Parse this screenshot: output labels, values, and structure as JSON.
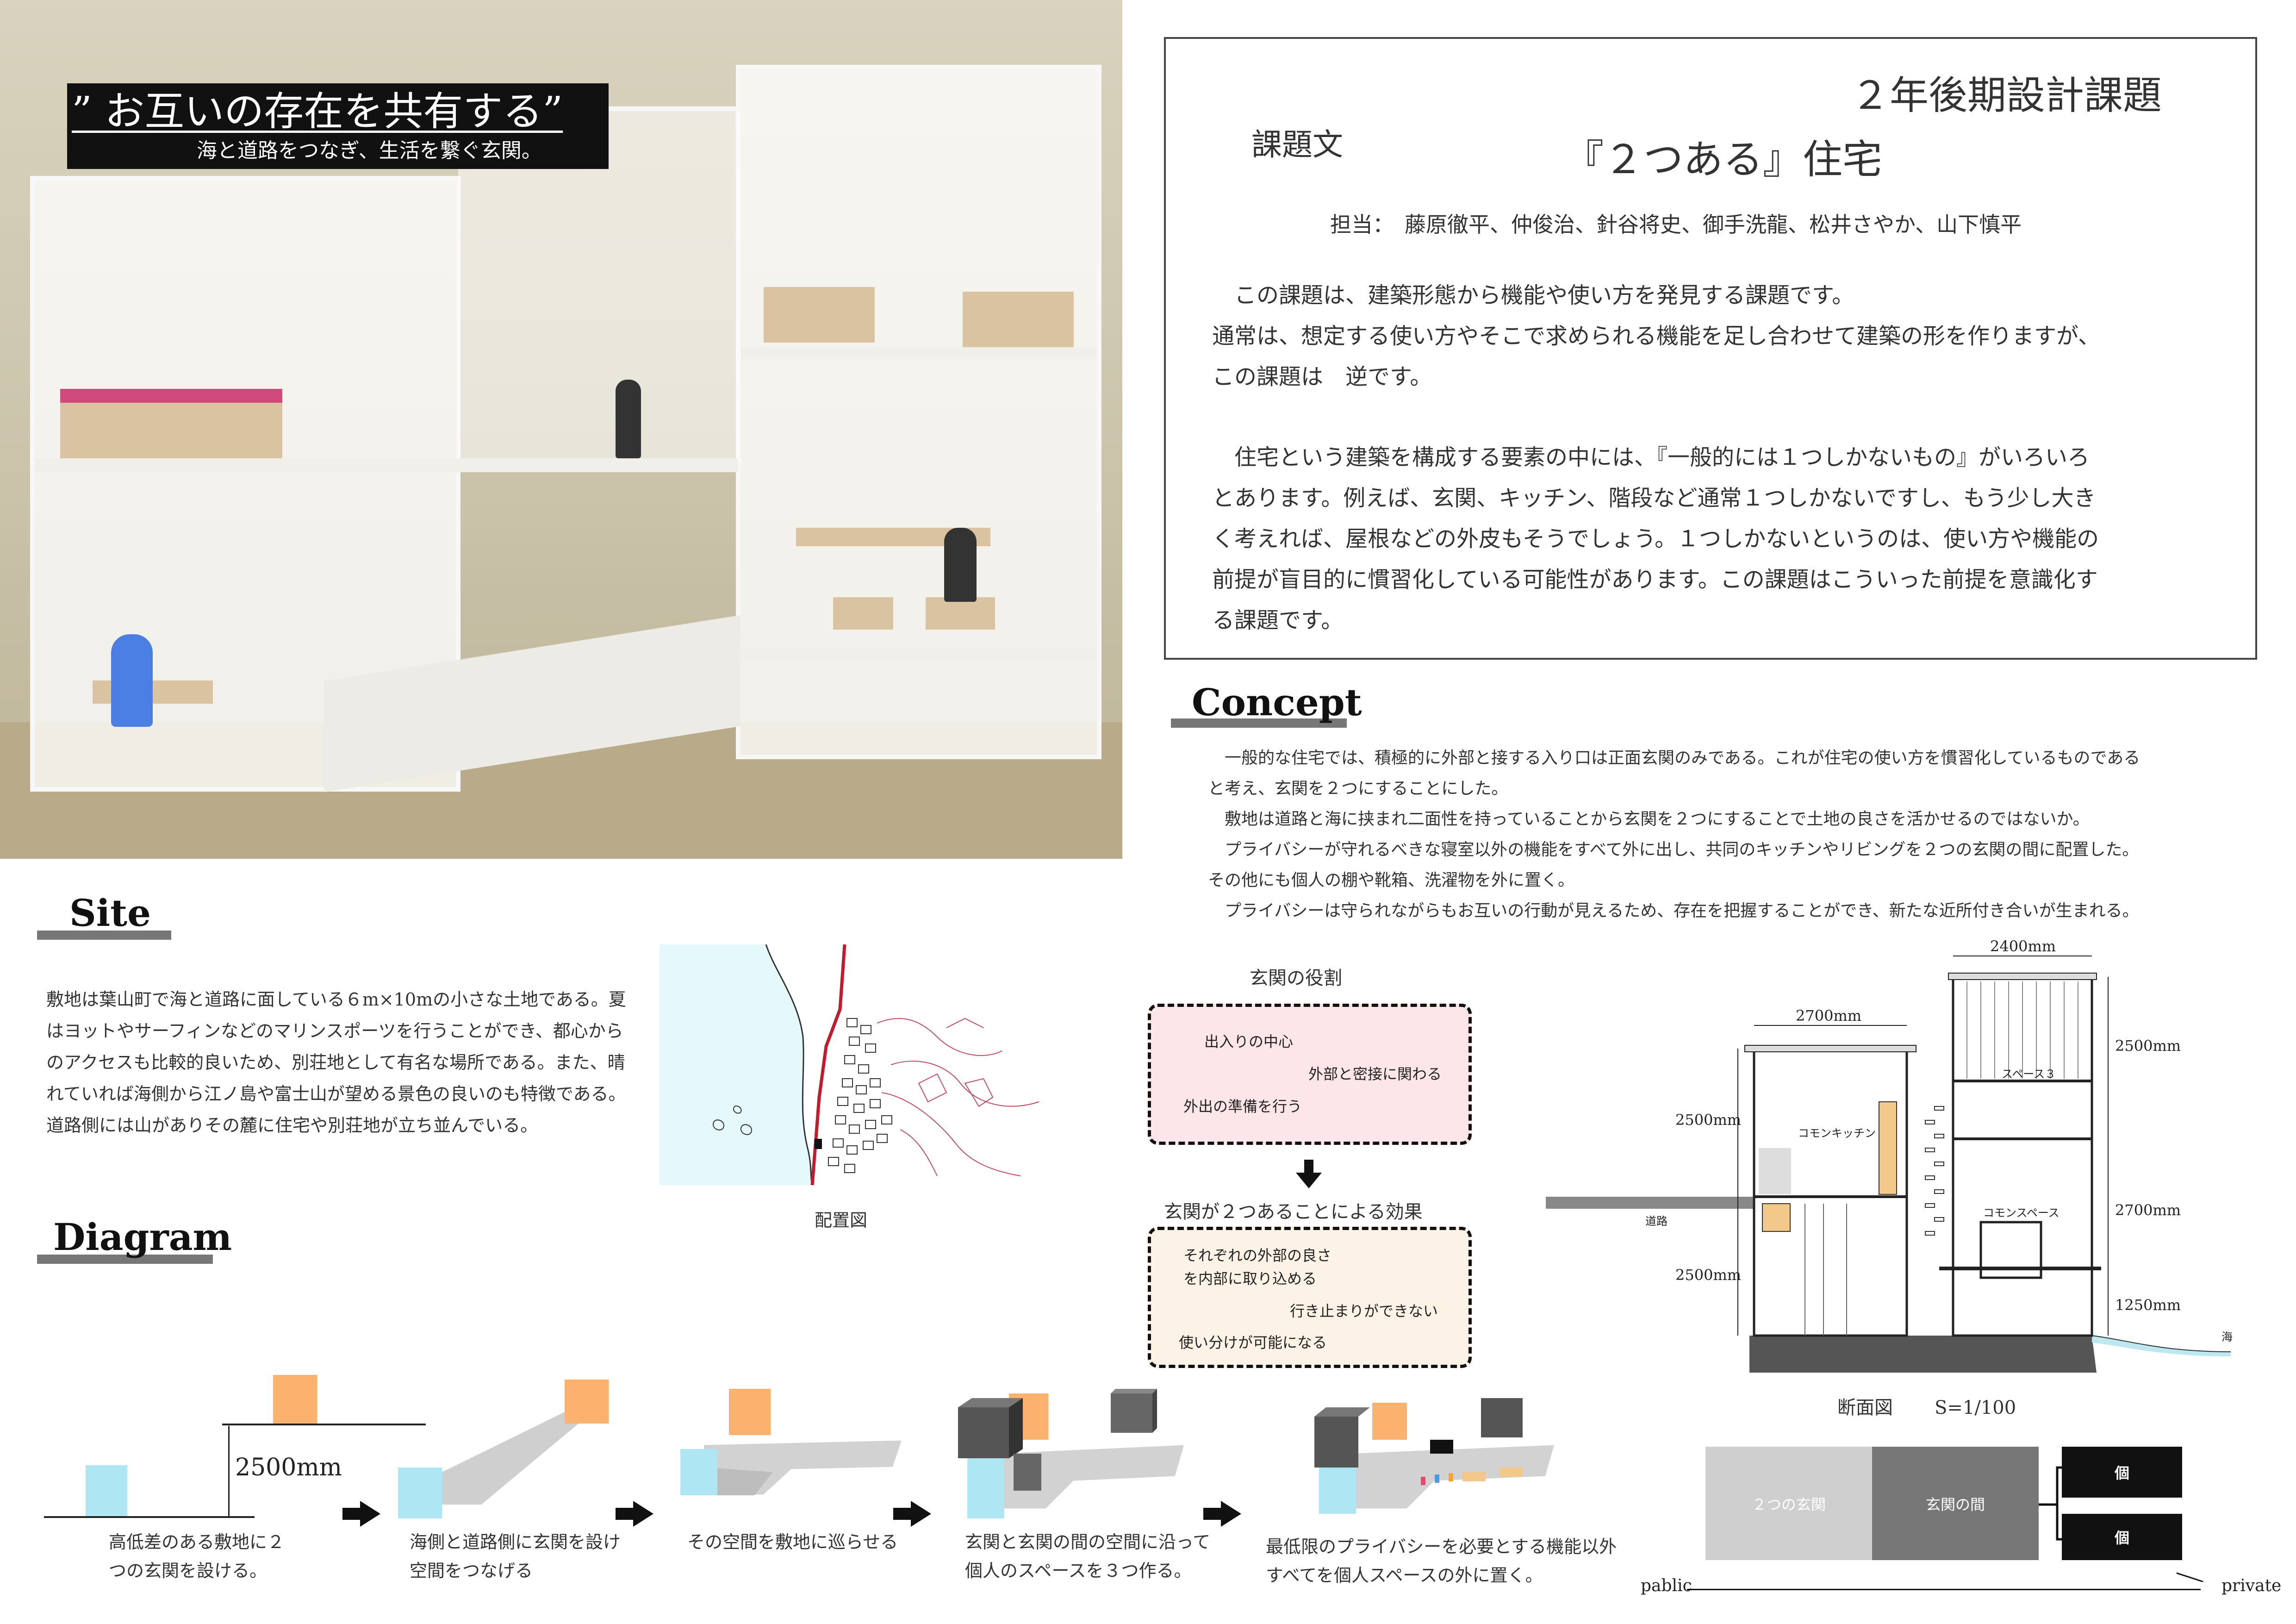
{
  "photo": {
    "title": "” お互いの存在を共有する”",
    "subtitle": "海と道路をつなぎ、生活を繋ぐ玄関。"
  },
  "assignment": {
    "course": "２年後期設計課題",
    "label": "課題文",
    "title": "『２つある』住宅",
    "staff": "担当：　藤原徹平、仲俊治、針谷将史、御手洗龍、松井さやか、山下慎平",
    "para1": [
      "　この課題は、建築形態から機能や使い方を発見する課題です。",
      "通常は、想定する使い方やそこで求められる機能を足し合わせて建築の形を作りますが、",
      "この課題は　逆です。"
    ],
    "para2": [
      "　住宅という建築を構成する要素の中には、『一般的には１つしかないもの』がいろいろ",
      "とあります。例えば、玄関、キッチン、階段など通常１つしかないですし、もう少し大き",
      "く考えれば、屋根などの外皮もそうでしょう。１つしかないというのは、使い方や機能の",
      "前提が盲目的に慣習化している可能性があります。この課題はこういった前提を意識化す",
      "る課題です。"
    ]
  },
  "concept": {
    "heading": "Concept",
    "lines": [
      "　一般的な住宅では、積極的に外部と接する入り口は正面玄関のみである。これが住宅の使い方を慣習化しているものである",
      "と考え、玄関を２つにすることにした。",
      "　敷地は道路と海に挟まれ二面性を持っていることから玄関を２つにすることで土地の良さを活かせるのではないか。",
      "　プライバシーが守れるべきな寝室以外の機能をすべて外に出し、共同のキッチンやリビングを２つの玄関の間に配置した。",
      "その他にも個人の棚や靴箱、洗濯物を外に置く。",
      "　プライバシーは守られながらもお互いの行動が見えるため、存在を把握することができ、新たな近所付き合いが生まれる。"
    ]
  },
  "site": {
    "heading": "Site",
    "lines": [
      "敷地は葉山町で海と道路に面している６m×10mの小さな土地である。夏",
      "はヨットやサーフィンなどのマリンスポーツを行うことができ、都心から",
      "のアクセスも比較的良いため、別荘地として有名な場所である。また、晴",
      "れていれば海側から江ノ島や富士山が望める景色の良いのも特徴である。",
      "道路側には山がありその麓に住宅や別荘地が立ち並んでいる。"
    ],
    "map_caption": "配置図"
  },
  "genkan": {
    "role_title": "玄関の役割",
    "role_items": [
      "出入りの中心",
      "外部と密接に関わる",
      "外出の準備を行う"
    ],
    "effect_title": "玄関が２つあることによる効果",
    "effect_items": [
      "それぞれの外部の良さ",
      "を内部に取り込める",
      "行き止まりができない",
      "使い分けが可能になる"
    ]
  },
  "section": {
    "dims": {
      "top_w": "2400mm",
      "left_w": "2700mm",
      "left_h1": "2500mm",
      "left_h2": "2500mm",
      "right_h1": "2500mm",
      "right_h2": "2700mm",
      "right_h3": "1250mm"
    },
    "labels": {
      "kitchen": "コモンキッチン",
      "space": "コモンスペース",
      "space3": "スペース３",
      "road": "道路",
      "sea": "海"
    },
    "caption": "断面図",
    "scale": "S=1/100"
  },
  "gradient": {
    "box1": "２つの玄関",
    "box2": "玄関の間",
    "box3": "個",
    "box4": "個",
    "left": "pablic",
    "right": "private"
  },
  "diagram": {
    "heading": "Diagram",
    "dim": "2500mm",
    "steps": [
      [
        "高低差のある敷地に２",
        "つの玄関を設ける。"
      ],
      [
        "海側と道路側に玄関を設け",
        "空間をつなげる"
      ],
      [
        "その空間を敷地に巡らせる"
      ],
      [
        "玄関と玄関の間の空間に沿って",
        "個人のスペースを３つ作る。"
      ],
      [
        "最低限のプライバシーを必要とする機能以外",
        "すべてを個人スペースの外に置く。"
      ]
    ]
  },
  "colors": {
    "orange": "#fbb26f",
    "cyan": "#aee6f3",
    "gray": "#8a8a8a",
    "dark": "#555555"
  }
}
